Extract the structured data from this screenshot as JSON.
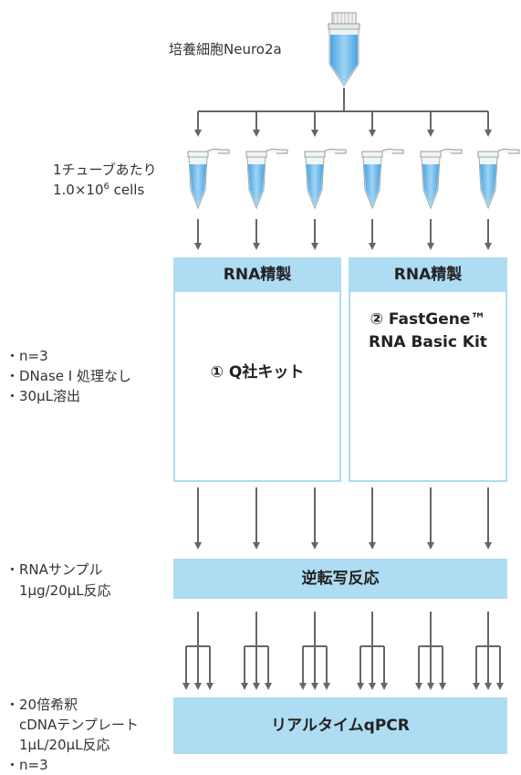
{
  "source": {
    "label": "培養細胞Neuro2a"
  },
  "tubes": {
    "label_line1": "1チューブあたり",
    "label_line2_prefix": "1.0×10",
    "label_line2_exp": "6",
    "label_line2_suffix": " cells"
  },
  "purification": {
    "conditions": [
      "・n=3",
      "・DNase I 処理なし",
      "・30μL溶出"
    ],
    "left": {
      "header": "RNA精製",
      "body": "① Q社キット"
    },
    "right": {
      "header": "RNA精製",
      "body_line1": "② FastGene™",
      "body_line2": "RNA Basic Kit"
    }
  },
  "rt": {
    "conditions": [
      "・RNAサンプル",
      "　1μg/20μL反応"
    ],
    "label": "逆転写反応"
  },
  "qpcr": {
    "conditions": [
      "・20倍希釈",
      "　cDNAテンプレート",
      "　1μL/20μL反応",
      "・n=3"
    ],
    "label": "リアルタイムqPCR"
  },
  "colors": {
    "accent": "#aedcf2",
    "arrow": "#666666",
    "tube_liquid": "#6ab8e8",
    "kit_box": "#7a4a6a"
  }
}
